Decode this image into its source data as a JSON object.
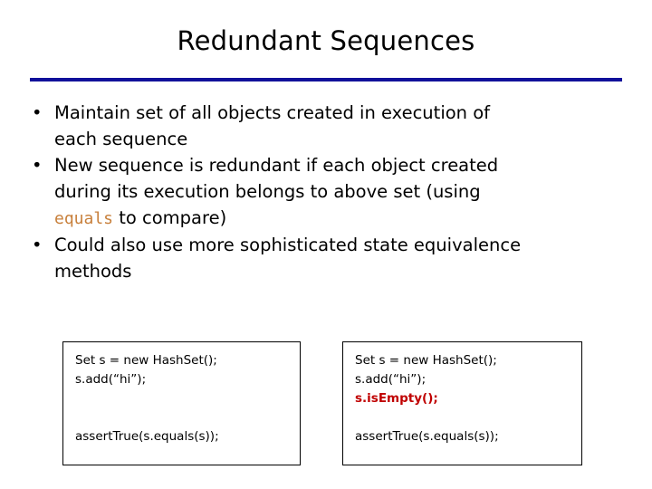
{
  "slide": {
    "title": "Redundant Sequences",
    "rule_color": "#10109a",
    "background": "#ffffff"
  },
  "bullets": [
    {
      "marker": "•",
      "lines": [
        {
          "segments": [
            {
              "text": "Maintain set of all objects created in execution of",
              "style": "normal"
            }
          ]
        },
        {
          "segments": [
            {
              "text": "each sequence",
              "style": "normal"
            }
          ]
        }
      ]
    },
    {
      "marker": "•",
      "lines": [
        {
          "segments": [
            {
              "text": "New sequence is redundant if each object created",
              "style": "normal"
            }
          ]
        },
        {
          "segments": [
            {
              "text": "during its execution belongs to above set (using",
              "style": "normal"
            }
          ]
        },
        {
          "segments": [
            {
              "text": "equals",
              "style": "code",
              "color": "#c8803c"
            },
            {
              "text": " to compare)",
              "style": "normal"
            }
          ]
        }
      ]
    },
    {
      "marker": "•",
      "lines": [
        {
          "segments": [
            {
              "text": "Could also use more sophisticated state equivalence",
              "style": "normal"
            }
          ]
        },
        {
          "segments": [
            {
              "text": "methods",
              "style": "normal"
            }
          ]
        }
      ]
    }
  ],
  "code_boxes": [
    {
      "id": "left",
      "lines": [
        {
          "text": "Set s = new HashSet();",
          "highlight": false
        },
        {
          "text": "s.add(“hi”);",
          "highlight": false
        },
        {
          "text": "",
          "highlight": false
        },
        {
          "text": "",
          "highlight": false
        },
        {
          "text": "assertTrue(s.equals(s));",
          "highlight": false
        }
      ]
    },
    {
      "id": "right",
      "lines": [
        {
          "text": "Set s = new HashSet();",
          "highlight": false
        },
        {
          "text": "s.add(“hi”);",
          "highlight": false
        },
        {
          "text": "s.isEmpty();",
          "highlight": true
        },
        {
          "text": "",
          "highlight": false
        },
        {
          "text": "assertTrue(s.equals(s));",
          "highlight": false
        }
      ]
    }
  ],
  "colors": {
    "rule_navy": "#10109a",
    "code_accent_orange": "#c8803c",
    "highlight_red": "#c00000",
    "text_black": "#000000"
  }
}
